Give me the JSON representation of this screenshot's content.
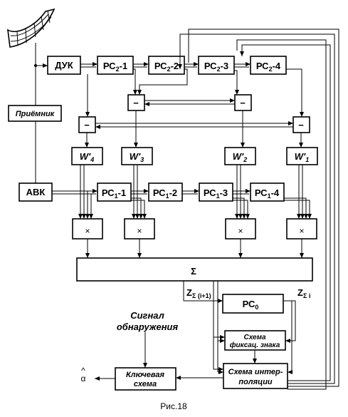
{
  "blocks": {
    "duk": "ДУК",
    "avk": "АВК",
    "receiver": "Приёмник",
    "rs2": [
      "РС",
      "2",
      "-1",
      "-2",
      "-3",
      "-4"
    ],
    "rs1": [
      "РС",
      "1",
      "-1",
      "-2",
      "-3",
      "-4"
    ],
    "minus": "−",
    "w_base": "W",
    "w_prime": "′",
    "w_subs": [
      "4",
      "3",
      "2",
      "1"
    ],
    "multiply": "×",
    "sum": "Σ",
    "rs0_base": "РС",
    "rs0_sub": "0",
    "fix_sign_line1": "Схема",
    "fix_sign_line2": "фиксац. знака",
    "interp_line1": "Схема интер-",
    "interp_line2": "поляции",
    "key_line1": "Ключевая",
    "key_line2": "схема"
  },
  "labels": {
    "z_base": "Z",
    "z_left_sub": "Σ (i+1)",
    "z_right_sub": "Σ i",
    "signal_line1": "Сигнал",
    "signal_line2": "обнаружения",
    "alpha": "α",
    "alpha_hat": "^",
    "caption": "Рис.18"
  }
}
